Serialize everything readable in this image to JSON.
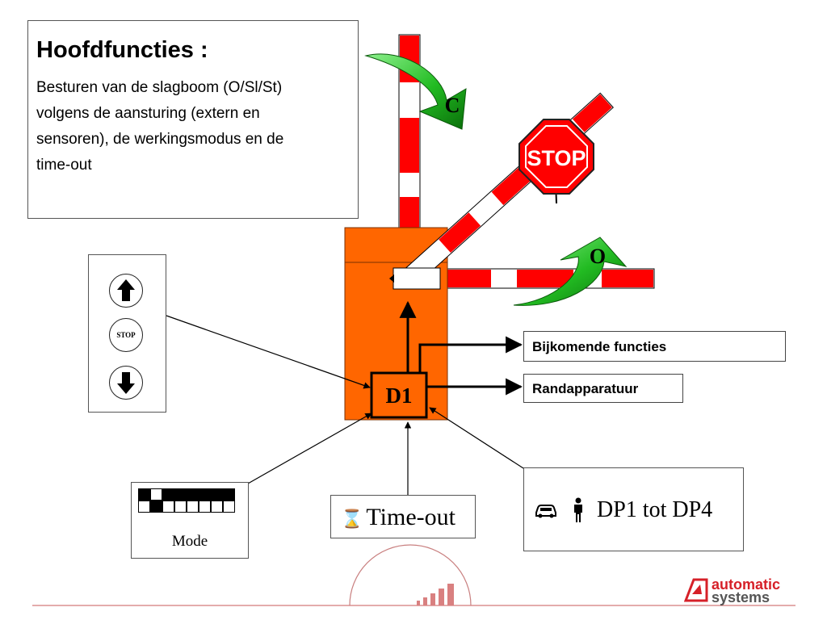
{
  "info": {
    "title": "Hoofdfuncties :",
    "lines": [
      "Besturen van de slagboom (O/Sl/St)",
      "volgens de aansturing (extern en",
      "sensoren), de werkingsmodus en de",
      "time-out"
    ]
  },
  "controller": {
    "label": "D1"
  },
  "motions": {
    "close": "C",
    "open": "O"
  },
  "stop_sign": {
    "text": "STOP"
  },
  "remote": {
    "stop_label": "STOP"
  },
  "outputs": {
    "extra_functions": "Bijkomende functies",
    "peripherals": "Randapparatuur"
  },
  "mode": {
    "label": "Mode",
    "rows": [
      [
        1,
        0,
        1,
        1,
        1,
        1,
        1,
        1
      ],
      [
        0,
        1,
        0,
        0,
        0,
        0,
        0,
        0
      ]
    ]
  },
  "timeout": {
    "label": "Time-out",
    "icon": "hourglass-icon"
  },
  "detectors": {
    "label": "DP1 tot DP4",
    "icons": [
      "car-icon",
      "person-icon"
    ]
  },
  "logo": {
    "line1": "automatic",
    "line2": "systems"
  },
  "colors": {
    "cabinet": "#ff6600",
    "barrier_red": "#ff0000",
    "arrow_green": "#22bb22",
    "logo_red": "#d62028",
    "footer_line": "#d47a7a"
  }
}
